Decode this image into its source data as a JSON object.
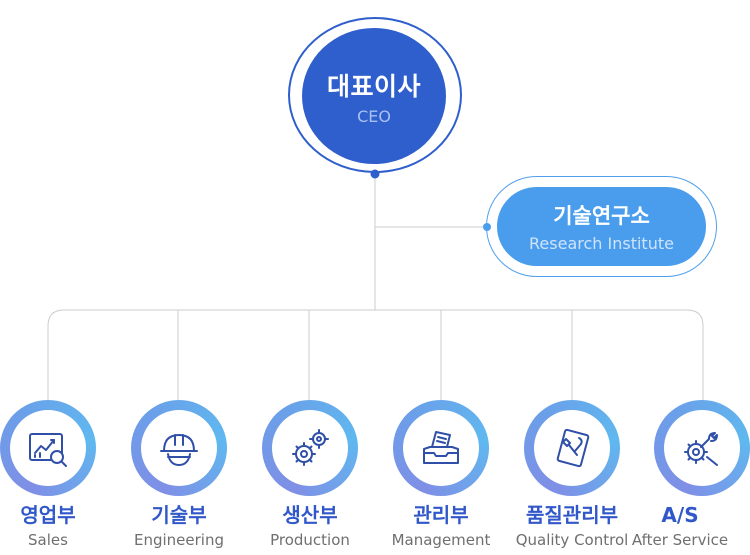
{
  "ceo": {
    "title_ko": "대표이사",
    "title_en": "CEO"
  },
  "lab": {
    "title_ko": "기술연구소",
    "title_en": "Research Institute"
  },
  "departments": [
    {
      "ko": "영업부",
      "en": "Sales",
      "icon": "sales-chart-magnifier-icon"
    },
    {
      "ko": "기술부",
      "en": "Engineering",
      "icon": "hard-hat-icon"
    },
    {
      "ko": "생산부",
      "en": "Production",
      "icon": "gears-icon"
    },
    {
      "ko": "관리부",
      "en": "Management",
      "icon": "document-tray-icon"
    },
    {
      "ko": "품질관리부",
      "en": "Quality Control",
      "icon": "tools-clipboard-icon"
    },
    {
      "ko": "A/S",
      "en": "After Service",
      "icon": "wrench-gear-icon"
    }
  ],
  "colors": {
    "ceo": "#2f5fcc",
    "lab": "#4a9ded",
    "dept_label": "#3158c9",
    "connector": "#cccccc",
    "icon_stroke": "#2f4fa8"
  }
}
